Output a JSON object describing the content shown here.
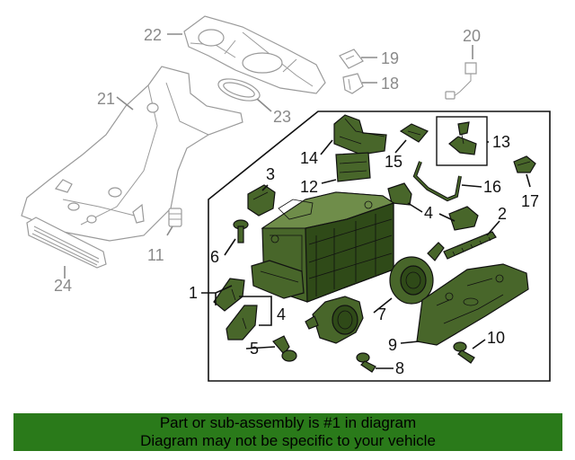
{
  "diagram": {
    "callouts": {
      "c1": "1",
      "c2": "2",
      "c3": "3",
      "c4a": "4",
      "c4b": "4",
      "c5": "5",
      "c6": "6",
      "c7": "7",
      "c8": "8",
      "c9": "9",
      "c10": "10",
      "c11": "11",
      "c12": "12",
      "c13": "13",
      "c14": "14",
      "c15": "15",
      "c16": "16",
      "c17": "17",
      "c18": "18",
      "c19": "19",
      "c20": "20",
      "c21": "21",
      "c22": "22",
      "c23": "23",
      "c24": "24"
    }
  },
  "footer": {
    "line1": "Part or sub-assembly is #1 in diagram",
    "line2": "Diagram may not be specific to your vehicle"
  },
  "colors": {
    "highlight_green": "#48662a",
    "footer_green": "#2a7a1a",
    "outline_grey": "#9a9a9a"
  }
}
